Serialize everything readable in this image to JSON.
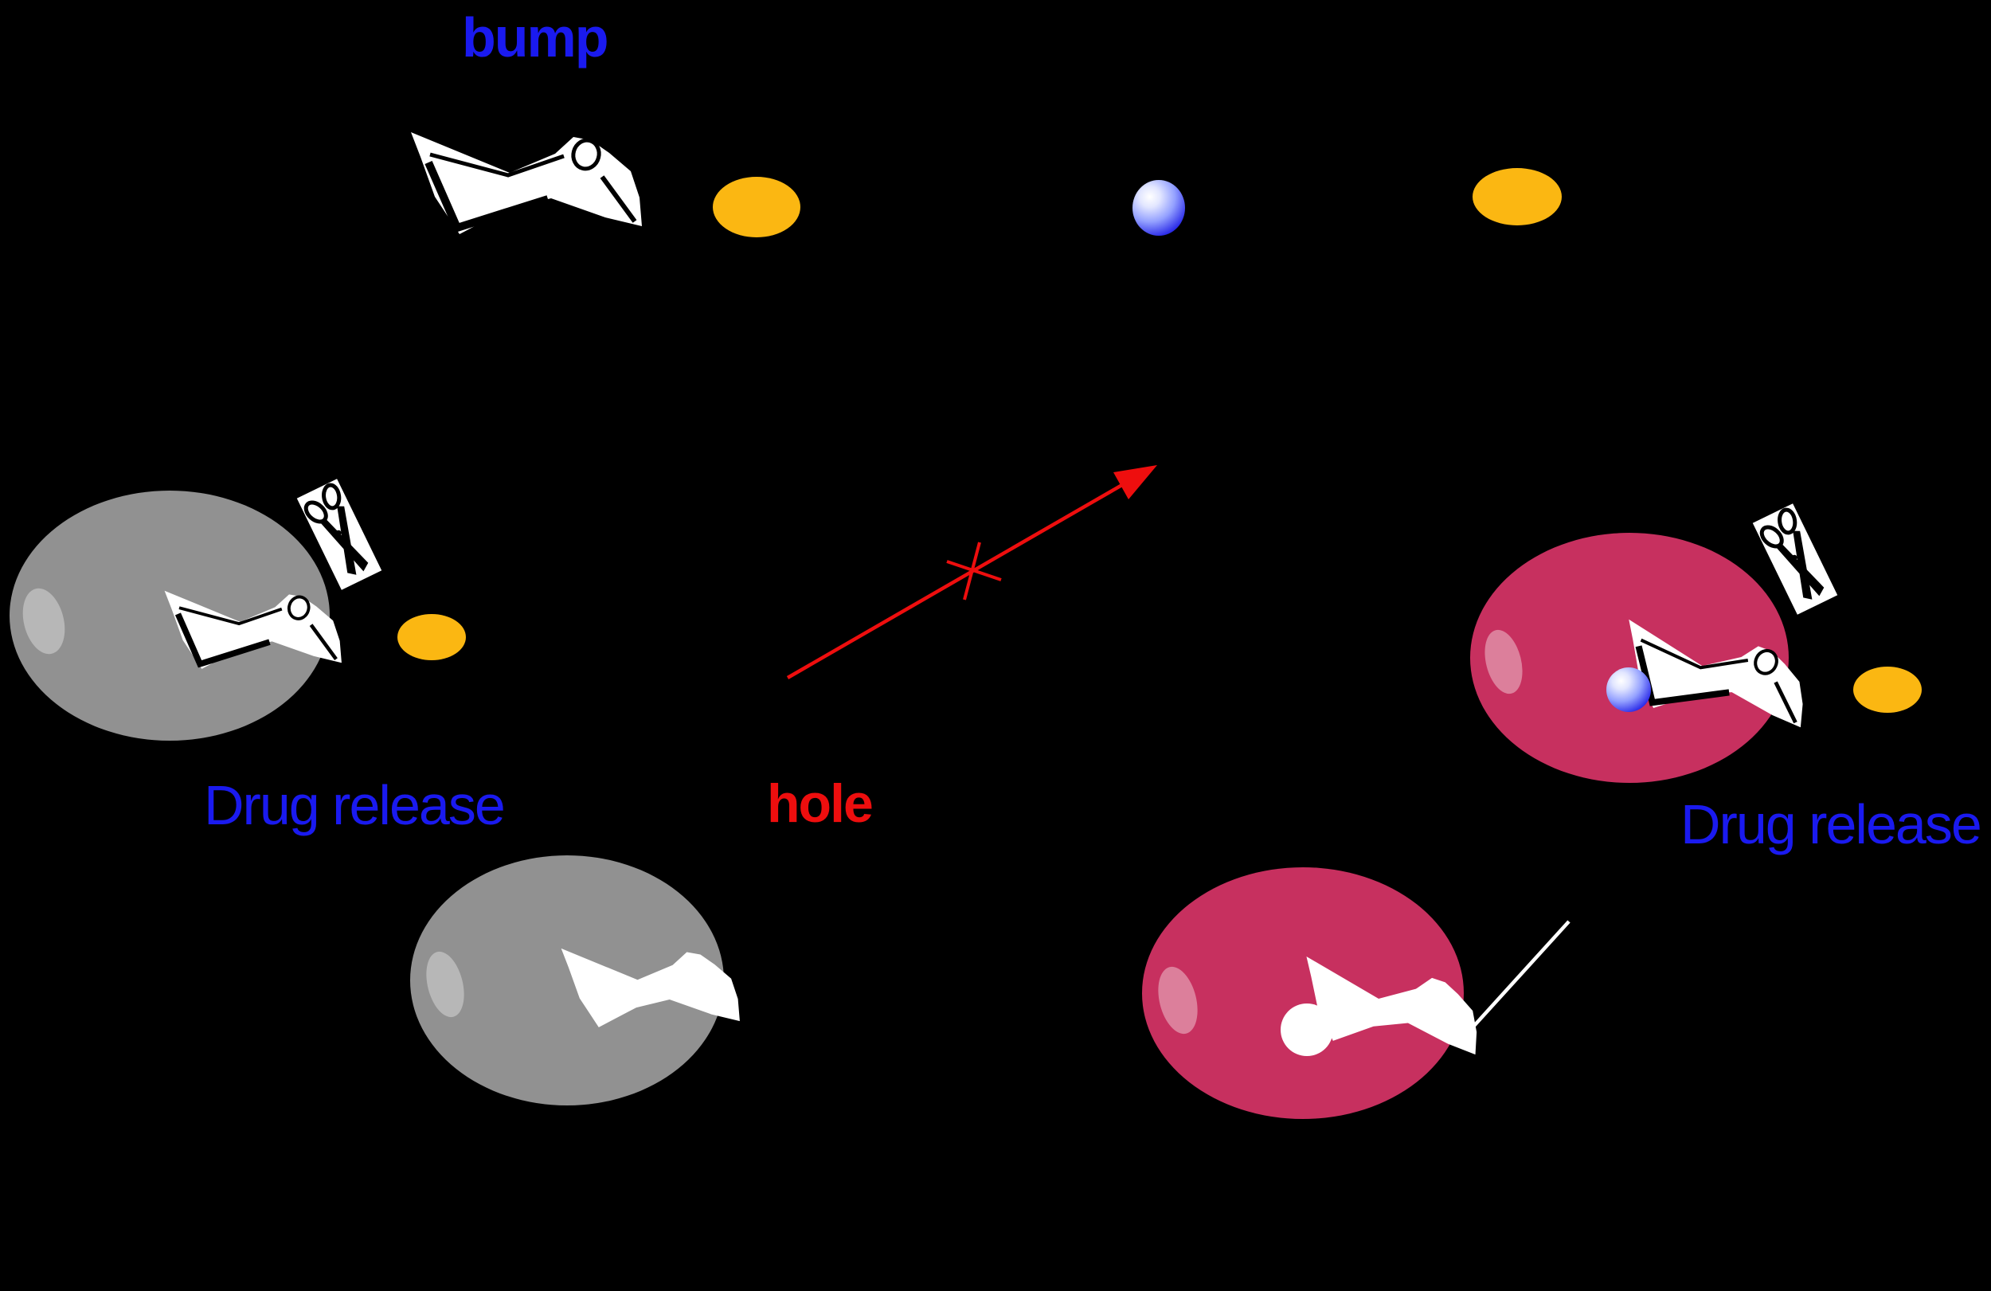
{
  "figure": {
    "labels": {
      "bump": {
        "text": "bump"
      },
      "hole": {
        "text": "hole"
      },
      "drug_release_left": {
        "text": "Drug release"
      },
      "drug_release_right": {
        "text": "Drug release"
      }
    },
    "colors": {
      "background": "#000000",
      "label_blue": "#1a1aef",
      "label_red": "#ee0e0e",
      "arrow_red": "#ee0e0e",
      "cell_gray": "#919191",
      "cell_gray_highlight": "#b7b7b7",
      "cell_pink": "#c7305f",
      "cell_pink_highlight": "#dc7f9b",
      "ligand_orange": "#fbb712",
      "protein_white": "#ffffff",
      "drug_sphere_blue": "#2b2be8"
    },
    "icons": [
      "protein-sketch-icon",
      "protein-solid-icon",
      "scissors-icon",
      "drug-sphere-icon",
      "ligand-ellipse-icon",
      "cell-ellipse",
      "blocked-arrow-icon",
      "needle-line-icon"
    ]
  }
}
